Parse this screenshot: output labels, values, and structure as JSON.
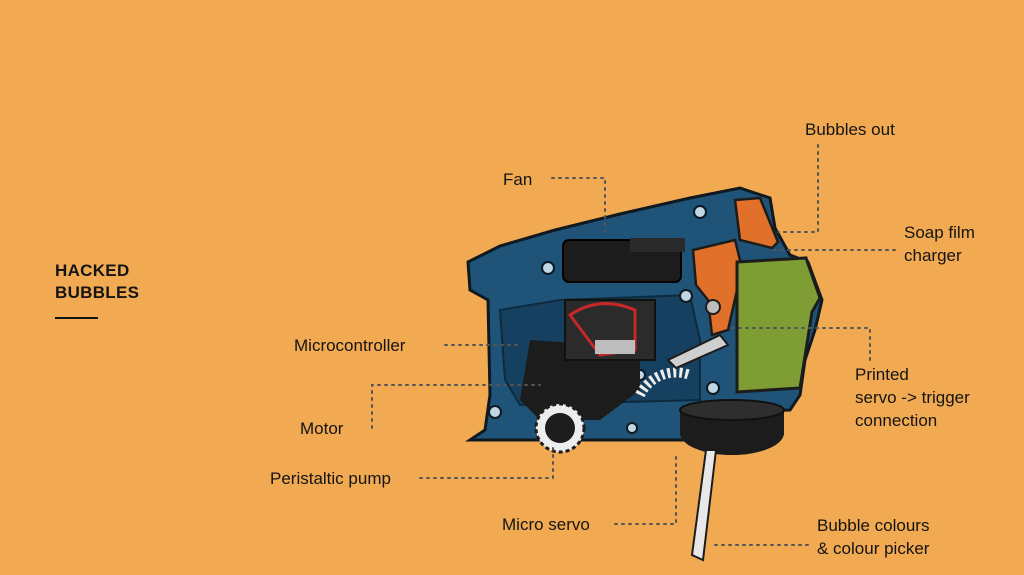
{
  "title": {
    "line1": "HACKED",
    "line2": "BUBBLES"
  },
  "labels": {
    "bubbles_out": "Bubbles out",
    "fan": "Fan",
    "soap_film_charger": "Soap film\ncharger",
    "microcontroller": "Microcontroller",
    "printed_connection": "Printed\nservo -> trigger\nconnection",
    "motor": "Motor",
    "peristaltic_pump": "Peristaltic pump",
    "micro_servo": "Micro servo",
    "bubble_colours": "Bubble colours\n& colour picker"
  },
  "colors": {
    "background": "#F1AA52",
    "body_blue": "#1F5478",
    "dark": "#1C1C1C",
    "orange_nozzle": "#E0702A",
    "green_tank": "#7E9E35",
    "leader_dots": "#555555"
  }
}
